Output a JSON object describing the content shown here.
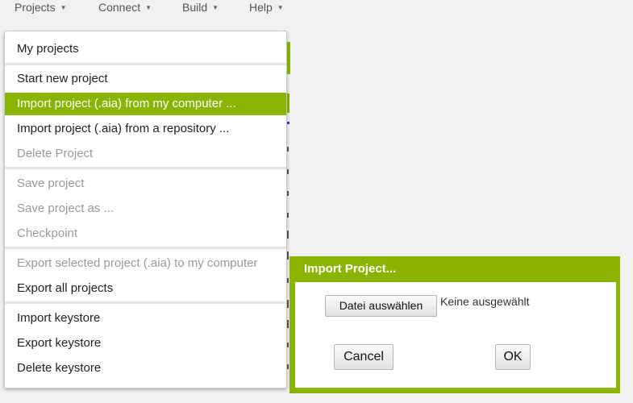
{
  "menubar": {
    "items": [
      {
        "label": "Projects"
      },
      {
        "label": "Connect"
      },
      {
        "label": "Build"
      },
      {
        "label": "Help"
      }
    ]
  },
  "projects_menu": {
    "items": [
      {
        "label": "My projects",
        "enabled": true
      },
      {
        "label": "Start new project",
        "enabled": true
      },
      {
        "label": "Import project (.aia) from my computer ...",
        "enabled": true,
        "highlighted": true
      },
      {
        "label": "Import project (.aia) from a repository ...",
        "enabled": true
      },
      {
        "label": "Delete Project",
        "enabled": false
      },
      {
        "label": "Save project",
        "enabled": false
      },
      {
        "label": "Save project as ...",
        "enabled": false
      },
      {
        "label": "Checkpoint",
        "enabled": false
      },
      {
        "label": "Export selected project (.aia) to my computer",
        "enabled": false
      },
      {
        "label": "Export all projects",
        "enabled": true
      },
      {
        "label": "Import keystore",
        "enabled": true
      },
      {
        "label": "Export keystore",
        "enabled": true
      },
      {
        "label": "Delete keystore",
        "enabled": true
      }
    ]
  },
  "import_dialog": {
    "title": "Import Project...",
    "file_button": "Datei auswählen",
    "file_status": "Keine ausgewählt",
    "cancel": "Cancel",
    "ok": "OK"
  },
  "colors": {
    "accent": "#8ab400",
    "disabled_text": "#9a9a9a"
  }
}
